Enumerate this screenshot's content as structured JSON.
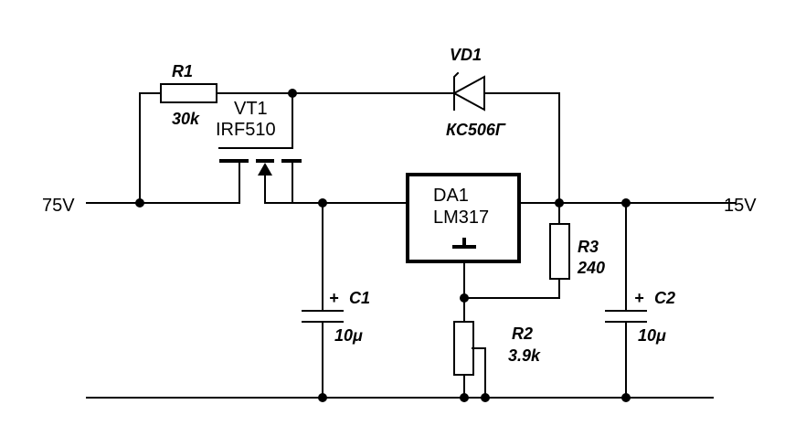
{
  "nets": {
    "input_voltage": "75V",
    "output_voltage": "15V"
  },
  "components": {
    "r1": {
      "ref": "R1",
      "value": "30k"
    },
    "vt1": {
      "ref": "VT1",
      "part": "IRF510"
    },
    "vd1": {
      "ref": "VD1",
      "part": "КС506Г"
    },
    "da1": {
      "ref": "DA1",
      "part": "LM317"
    },
    "r3": {
      "ref": "R3",
      "value": "240"
    },
    "r2": {
      "ref": "R2",
      "value": "3.9k"
    },
    "c1": {
      "ref": "C1",
      "value": "10μ",
      "polarity": "+"
    },
    "c2": {
      "ref": "C2",
      "value": "10μ",
      "polarity": "+"
    }
  }
}
